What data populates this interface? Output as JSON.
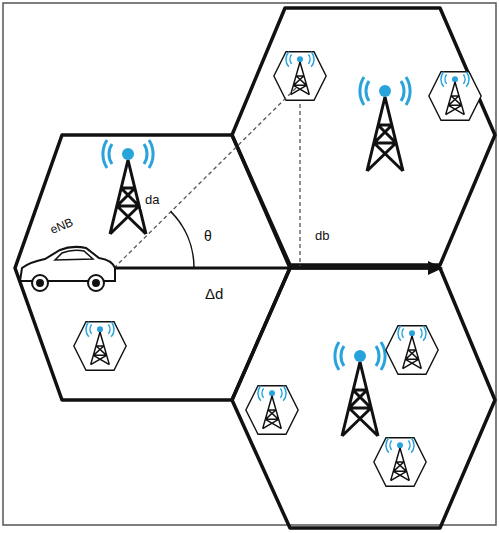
{
  "diagram": {
    "labels": [
      "eNB",
      "da",
      "θ",
      "db",
      "Δd"
    ]
  }
}
